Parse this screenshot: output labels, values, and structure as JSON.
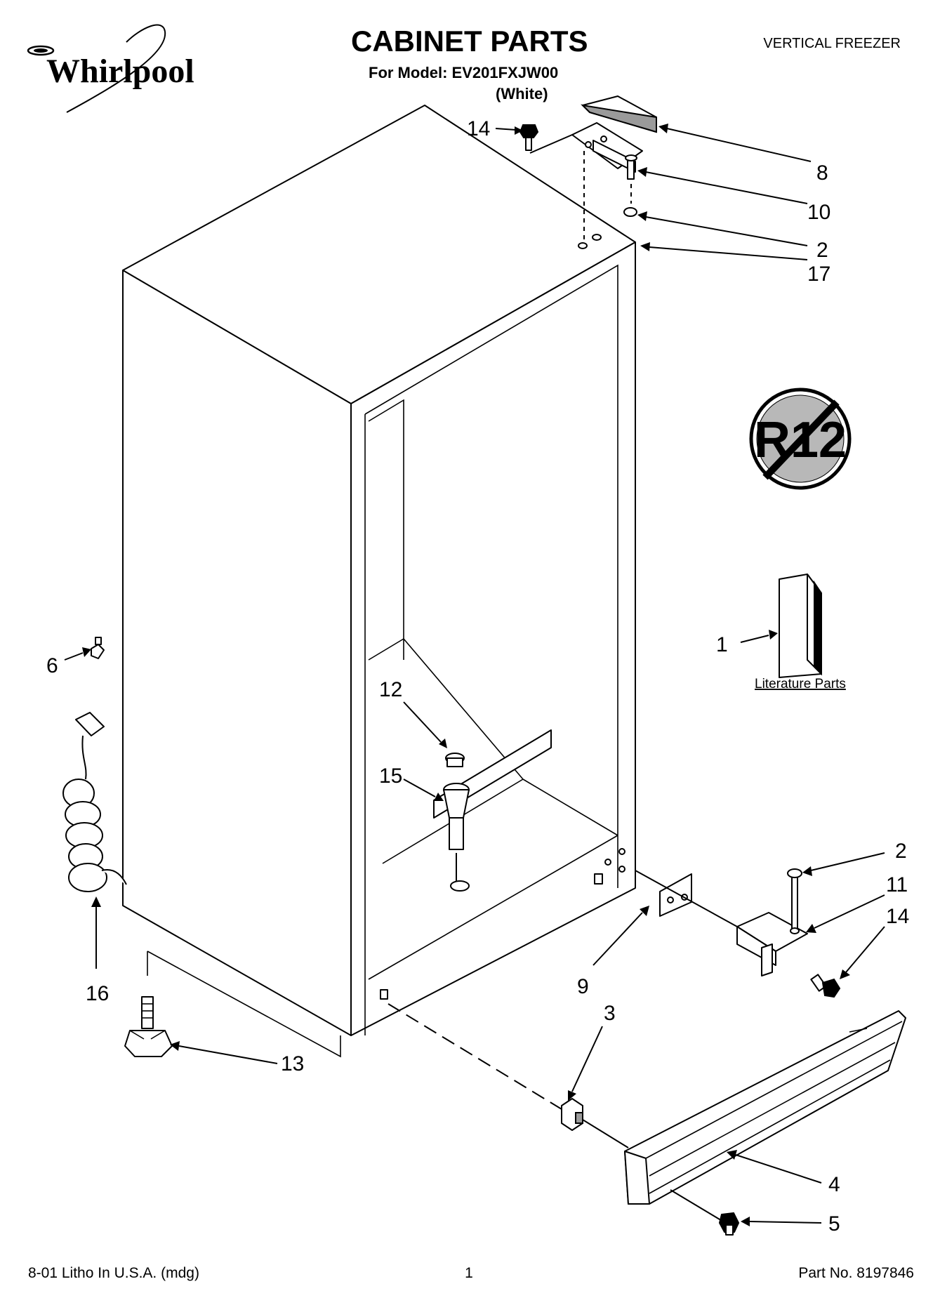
{
  "header": {
    "brand": "Whirlpool",
    "title": "CABINET PARTS",
    "model_line": "For Model: EV201FXJW00",
    "color_line": "(White)",
    "category": "VERTICAL FREEZER"
  },
  "badge": {
    "text": "R12"
  },
  "literature": {
    "label": "Literature Parts"
  },
  "callouts": [
    {
      "id": "c14a",
      "label": "14"
    },
    {
      "id": "c8",
      "label": "8"
    },
    {
      "id": "c10",
      "label": "10"
    },
    {
      "id": "c2a",
      "label": "2"
    },
    {
      "id": "c17",
      "label": "17"
    },
    {
      "id": "c1",
      "label": "1"
    },
    {
      "id": "c6",
      "label": "6"
    },
    {
      "id": "c12",
      "label": "12"
    },
    {
      "id": "c15",
      "label": "15"
    },
    {
      "id": "c2b",
      "label": "2"
    },
    {
      "id": "c11",
      "label": "11"
    },
    {
      "id": "c14b",
      "label": "14"
    },
    {
      "id": "c9",
      "label": "9"
    },
    {
      "id": "c16",
      "label": "16"
    },
    {
      "id": "c3",
      "label": "3"
    },
    {
      "id": "c13",
      "label": "13"
    },
    {
      "id": "c4",
      "label": "4"
    },
    {
      "id": "c5",
      "label": "5"
    }
  ],
  "footer": {
    "print_info": "8-01 Litho In U.S.A. (mdg)",
    "page_number": "1",
    "part_number": "Part No. 8197846"
  }
}
